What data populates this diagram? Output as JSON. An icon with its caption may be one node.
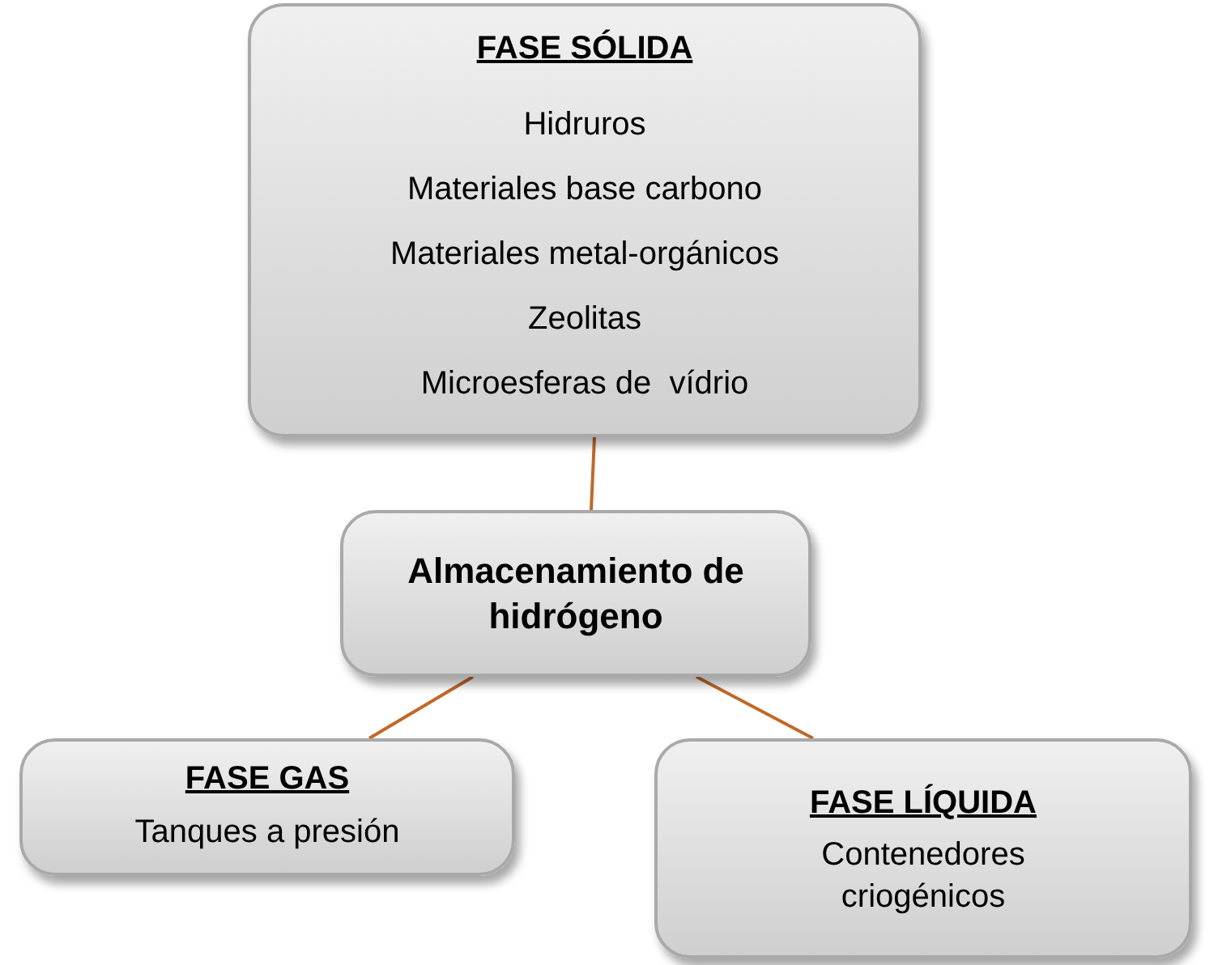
{
  "diagram": {
    "nodes": [
      {
        "text": [
          "FASE SÓLIDA",
          "Hidruros",
          "Materiales base carbono",
          "Materiales metal-orgánicos",
          "Zeolitas",
          "Microesferas de  vídrio"
        ]
      },
      {
        "text": [
          "Almacenamiento de hidrógeno"
        ]
      },
      {
        "text": [
          "FASE GAS",
          "Tanques a presión"
        ]
      },
      {
        "text": [
          "FASE LÍQUIDA",
          "Contenedores criogénicos"
        ]
      }
    ],
    "edges": [
      {
        "from": 0,
        "to": 1,
        "arrow": "none"
      },
      {
        "from": 1,
        "to": 2,
        "arrow": "none"
      },
      {
        "from": 1,
        "to": 3,
        "arrow": "none"
      }
    ]
  }
}
